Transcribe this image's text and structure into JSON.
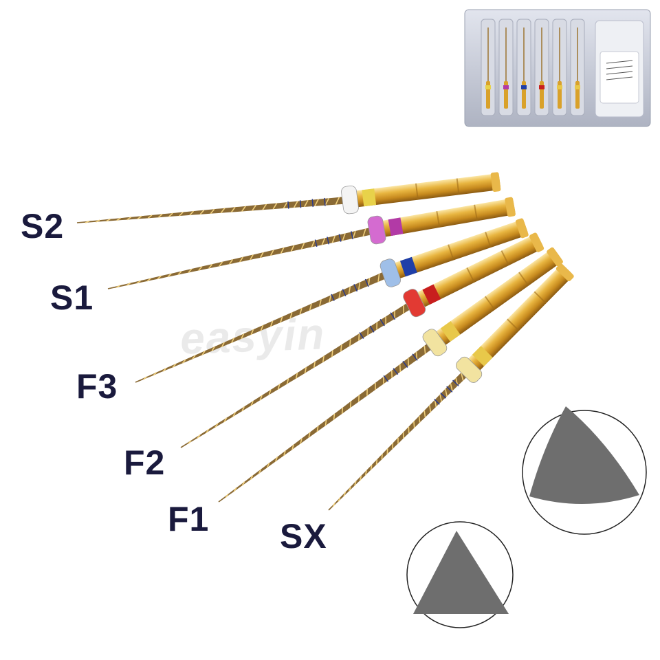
{
  "watermark": "easyin",
  "labels": {
    "s2": "S2",
    "s1": "S1",
    "f3": "F3",
    "f2": "F2",
    "f1": "F1",
    "sx": "SX"
  },
  "files": [
    {
      "name": "S2",
      "stopper_color": "#f4f4f4",
      "band_color": "#e8d24a"
    },
    {
      "name": "S1",
      "stopper_color": "#d46bd0",
      "band_color": "#b23aa6"
    },
    {
      "name": "F3",
      "stopper_color": "#9fbfe8",
      "band_color": "#1f3fa8"
    },
    {
      "name": "F2",
      "stopper_color": "#e23a33",
      "band_color": "#c81e1e"
    },
    {
      "name": "F1",
      "stopper_color": "#f2e3a0",
      "band_color": "#e8c84a"
    },
    {
      "name": "SX",
      "stopper_color": "#f2e3a0",
      "band_color": "#e8c84a"
    }
  ],
  "colors": {
    "gold": "#d9a12a",
    "gold_light": "#f3d27a",
    "gold_dark": "#8a5a12",
    "shaft": "#8a6a35",
    "cross_section": "#6e6e6e",
    "label": "#1a1a3d",
    "blister": "#c9ccd6"
  },
  "cross_sections": [
    {
      "shape": "convex-triangle"
    },
    {
      "shape": "triangle"
    }
  ]
}
